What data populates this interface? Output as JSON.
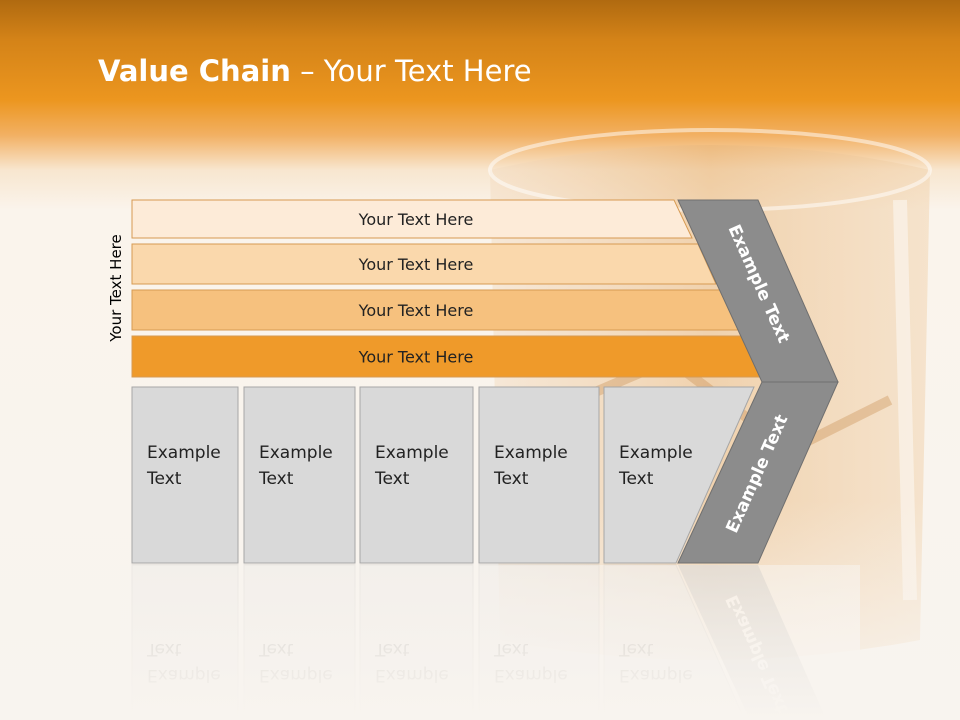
{
  "title_bold": "Value Chain",
  "title_rest": " – Your Text Here",
  "side_label": "Your Text Here",
  "bars": [
    {
      "label": "Your Text Here",
      "color": "#fdebd8"
    },
    {
      "label": "Your Text Here",
      "color": "#fad8ac"
    },
    {
      "label": "Your Text Here",
      "color": "#f6c17e"
    },
    {
      "label": "Your Text Here",
      "color": "#ef9a2a"
    }
  ],
  "boxes": [
    {
      "line1": "Example",
      "line2": "Text"
    },
    {
      "line1": "Example",
      "line2": "Text"
    },
    {
      "line1": "Example",
      "line2": "Text"
    },
    {
      "line1": "Example",
      "line2": "Text"
    },
    {
      "line1": "Example",
      "line2": "Text"
    }
  ],
  "chevron_top": "Example Text",
  "chevron_bottom": "Example Text",
  "colors": {
    "header_orange": "#ec961f",
    "box_gray": "#d9d9d9",
    "chevron_gray": "#8c8c8c"
  }
}
